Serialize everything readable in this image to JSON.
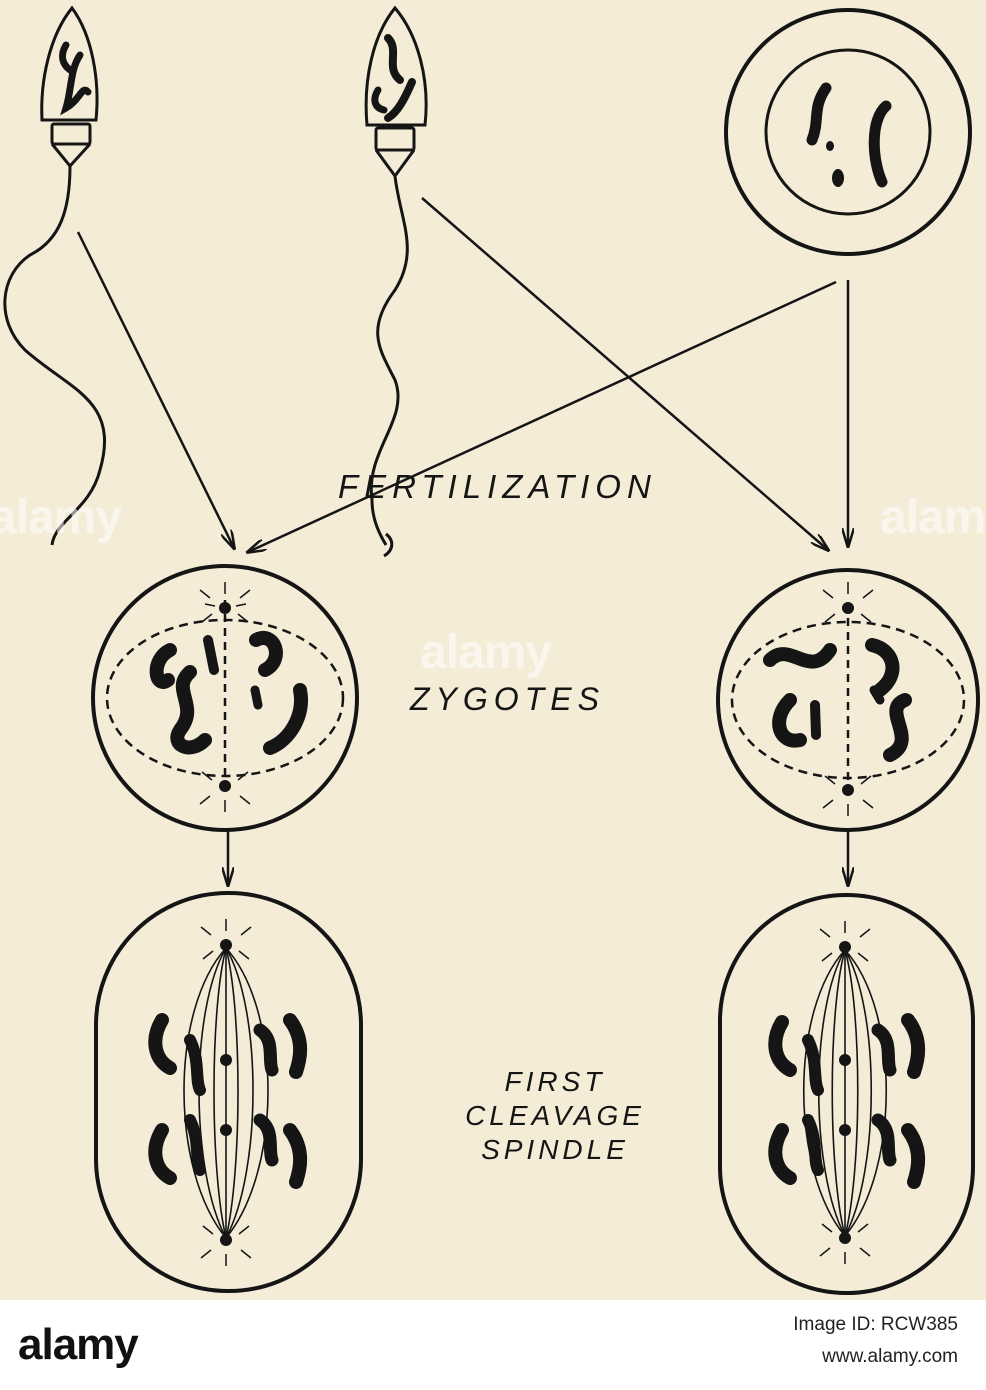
{
  "labels": {
    "fertilization": "FERTILIZATION",
    "zygotes": "ZYGOTES",
    "first_cleavage_spindle": [
      "FIRST",
      "CLEAVAGE",
      "SPINDLE"
    ]
  },
  "watermark": {
    "text": "alamy",
    "color": "#ffffff"
  },
  "footer": {
    "logo": "alamy",
    "image_id": "Image ID: RCW385",
    "url": "www.alamy.com"
  },
  "colors": {
    "plate_background": "#f4ecd7",
    "ink": "#151515"
  }
}
